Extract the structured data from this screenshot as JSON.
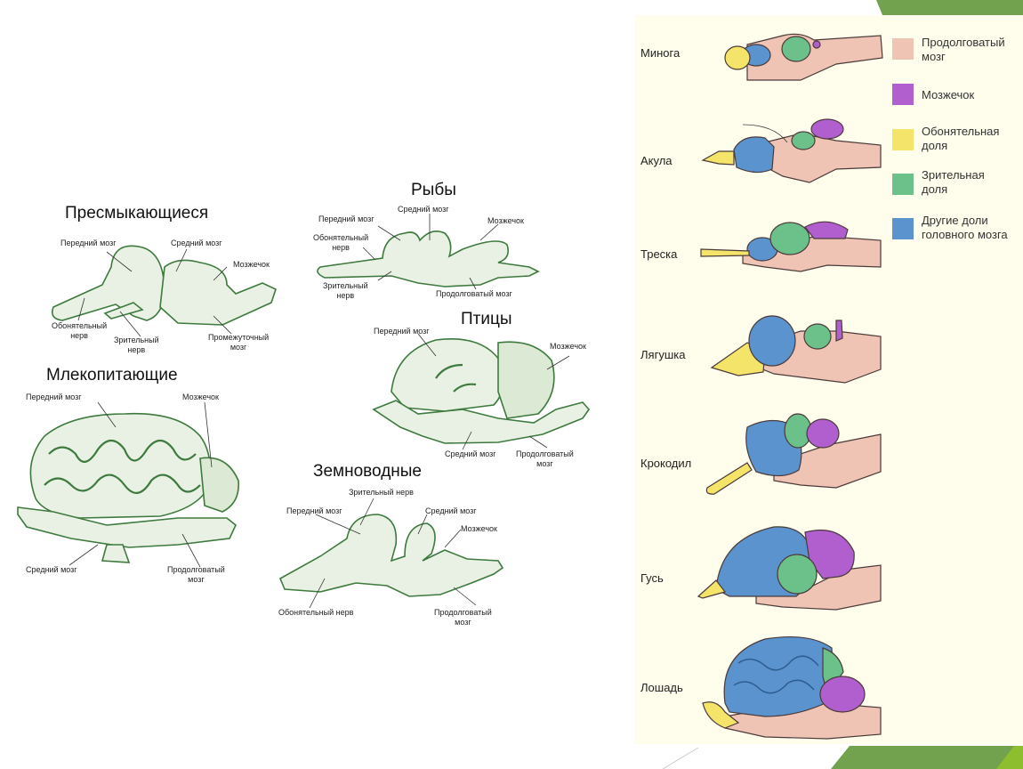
{
  "left_diagrams": {
    "reptiles": {
      "title": "Пресмыкающиеся",
      "labels": {
        "forebrain": "Передний мозг",
        "midbrain": "Средний мозг",
        "cerebellum": "Мозжечок",
        "olfactory_nerve": "Обонятельный\nнерв",
        "optic_nerve": "Зрительный\nнерв",
        "diencephalon": "Промежуточный\nмозг"
      }
    },
    "fish": {
      "title": "Рыбы",
      "labels": {
        "forebrain": "Передний мозг",
        "midbrain": "Средний мозг",
        "cerebellum": "Мозжечок",
        "olfactory_nerve": "Обонятельный\nнерв",
        "optic_nerve": "Зрительный\nнерв",
        "medulla": "Продолговатый мозг"
      }
    },
    "birds": {
      "title": "Птицы",
      "labels": {
        "forebrain": "Передний мозг",
        "cerebellum": "Мозжечок",
        "midbrain": "Средний мозг",
        "medulla": "Продолговатый\nмозг"
      }
    },
    "mammals": {
      "title": "Млекопитающие",
      "labels": {
        "forebrain": "Передний мозг",
        "cerebellum": "Мозжечок",
        "midbrain": "Средний мозг",
        "medulla": "Продолговатый\nмозг"
      }
    },
    "amphibians": {
      "title": "Земноводные",
      "labels": {
        "optic_nerve": "Зрительный нерв",
        "forebrain": "Передний мозг",
        "midbrain": "Средний мозг",
        "cerebellum": "Мозжечок",
        "olfactory_nerve": "Обонятельный нерв",
        "medulla": "Продолговатый\nмозг"
      }
    }
  },
  "right_panel": {
    "species": [
      "Минога",
      "Акула",
      "Треска",
      "Лягушка",
      "Крокодил",
      "Гусь",
      "Лошадь"
    ],
    "legend": [
      {
        "label": "Продолговатый\nмозг",
        "color": "#f0c4b4"
      },
      {
        "label": "Мозжечок",
        "color": "#b15fcf"
      },
      {
        "label": "Обонятельная\nдоля",
        "color": "#f5e46a"
      },
      {
        "label": "Зрительная\nдоля",
        "color": "#6cc08a"
      },
      {
        "label": "Другие доли\nголовного мозга",
        "color": "#5b93cf"
      }
    ]
  },
  "colors": {
    "panel_bg": "#fffdeb",
    "accent_green": "#72a24e",
    "accent_green_light": "#8dbe2e",
    "sketch_green": "#3e7a3e"
  }
}
